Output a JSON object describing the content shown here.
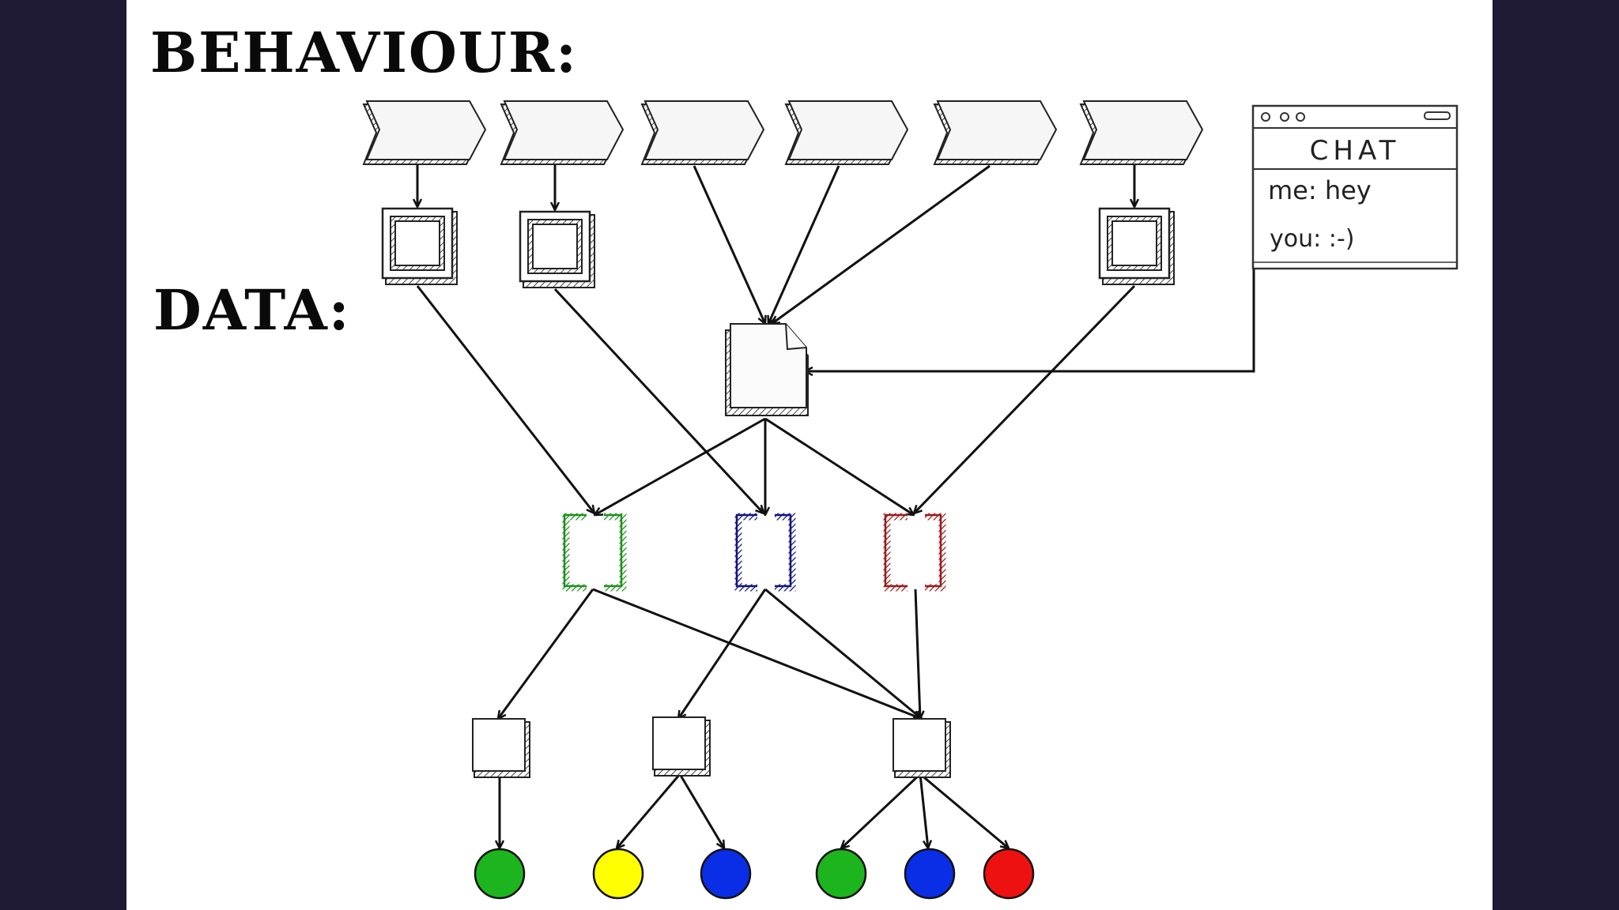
{
  "headings": {
    "behaviour": "BEHAVIOUR:",
    "data": "DATA:"
  },
  "chat_window": {
    "title": "CHAT",
    "messages": [
      "me: hey",
      "you: :-)"
    ],
    "controls_icon": "window-dots-icon"
  },
  "colors": {
    "background": "#1e1a33",
    "slide": "#ffffff",
    "stroke": "#111111",
    "green": "#1db51d",
    "yellow": "#ffff00",
    "blue": "#0a2ee6",
    "red": "#ee1111",
    "bracket_green": "#1f8f1f",
    "bracket_blue": "#13137f",
    "bracket_red": "#9a1b1b"
  },
  "legend_shapes": {
    "behaviours": "chevron-icon",
    "components": "framed-square-icon",
    "document": "document-icon",
    "arrays": "bracket-icon",
    "records": "small-box-icon",
    "values": "circle-icon"
  }
}
